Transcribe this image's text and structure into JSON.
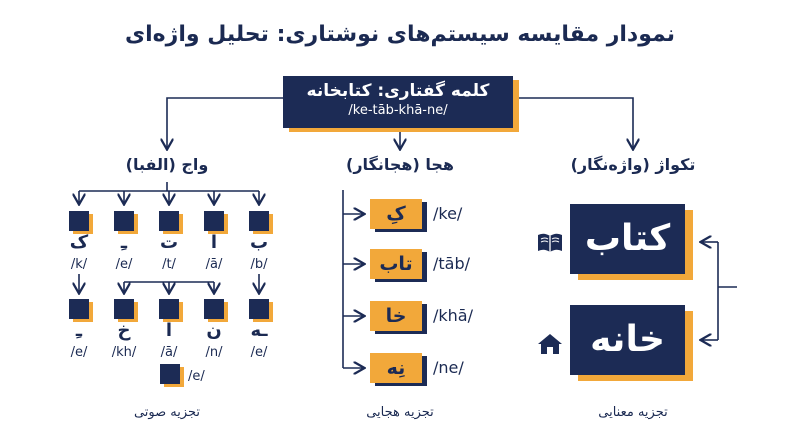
{
  "title": "نمودار مقایسه سیستم‌های نوشتاری: تحلیل واژه‌ای",
  "root": {
    "word": "کلمه گفتاری: کتابخانه",
    "transcription": "/ke-tāb-khā-ne/"
  },
  "columns": {
    "phonetic": {
      "header": "واج (الفبا)",
      "footer": "تجزیه صوتی"
    },
    "syllabic": {
      "header": "هجا (هجانگار)",
      "footer": "تجزیه هجایی"
    },
    "semantic": {
      "header": "تکواژ (واژه‌نگار)",
      "footer": "تجزیه معنایی"
    }
  },
  "phonemes_row1": [
    {
      "glyph": "ک",
      "sound": "/k/"
    },
    {
      "glyph": "ـِ",
      "sound": "/e/"
    },
    {
      "glyph": "ت",
      "sound": "/t/"
    },
    {
      "glyph": "ا",
      "sound": "/ā/"
    },
    {
      "glyph": "ب",
      "sound": "/b/"
    }
  ],
  "phonemes_row2": [
    {
      "glyph": "ـِ",
      "sound": "/e/"
    },
    {
      "glyph": "خ",
      "sound": "/kh/"
    },
    {
      "glyph": "ا",
      "sound": "/ā/"
    },
    {
      "glyph": "ن",
      "sound": "/n/"
    },
    {
      "glyph": "ـه",
      "sound": "/e/"
    }
  ],
  "phoneme_extra": {
    "sound": "/e/"
  },
  "syllables": [
    {
      "text": "کِ",
      "sound": "/ke/"
    },
    {
      "text": "تاب",
      "sound": "/tāb/"
    },
    {
      "text": "خا",
      "sound": "/khā/"
    },
    {
      "text": "نِه",
      "sound": "/ne/"
    }
  ],
  "morphemes": [
    {
      "text": "کتاب",
      "icon": "book-icon"
    },
    {
      "text": "خانه",
      "icon": "house-icon"
    }
  ],
  "colors": {
    "navy": "#1c2b55",
    "accent": "#f2a83a"
  }
}
